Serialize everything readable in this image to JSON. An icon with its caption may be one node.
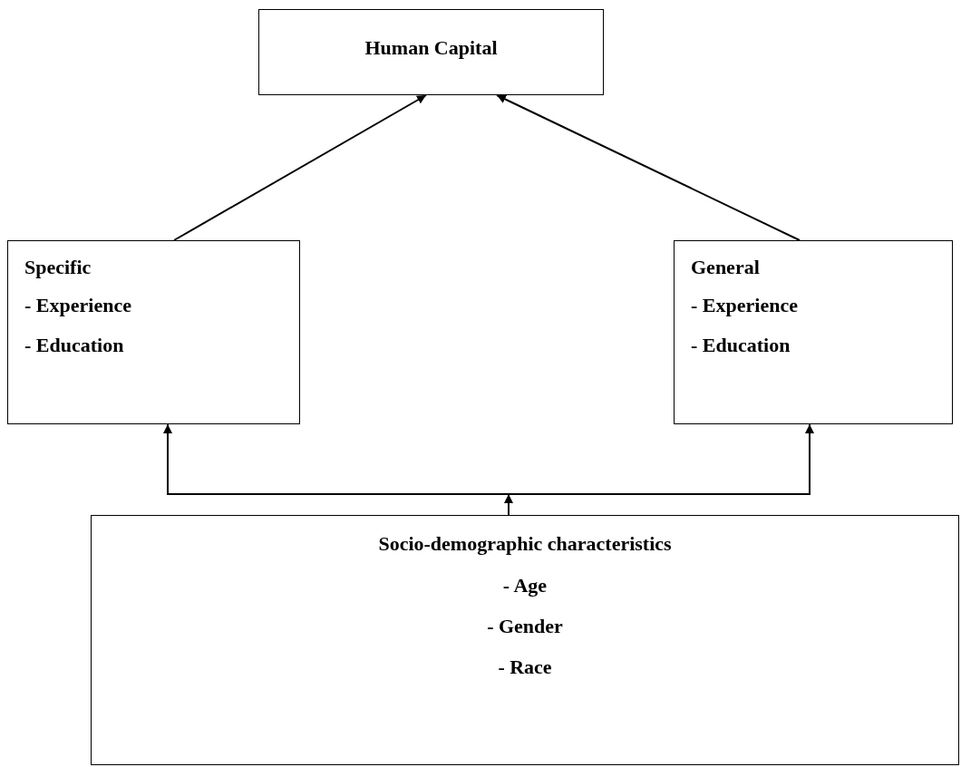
{
  "diagram": {
    "nodes": [
      {
        "text": [
          "Human Capital"
        ]
      },
      {
        "text": [
          "Specific",
          "- Experience",
          "- Education"
        ]
      },
      {
        "text": [
          "General",
          "- Experience",
          "- Education"
        ]
      },
      {
        "text": [
          "Socio-demographic characteristics",
          "- Age",
          "- Gender",
          "- Race"
        ]
      }
    ],
    "edges": [
      {
        "from": 1,
        "to": 0,
        "arrow": "to"
      },
      {
        "from": 2,
        "to": 0,
        "arrow": "to"
      },
      {
        "from": 3,
        "to": 1,
        "arrow": "to"
      },
      {
        "from": 3,
        "to": 2,
        "arrow": "to"
      }
    ]
  }
}
